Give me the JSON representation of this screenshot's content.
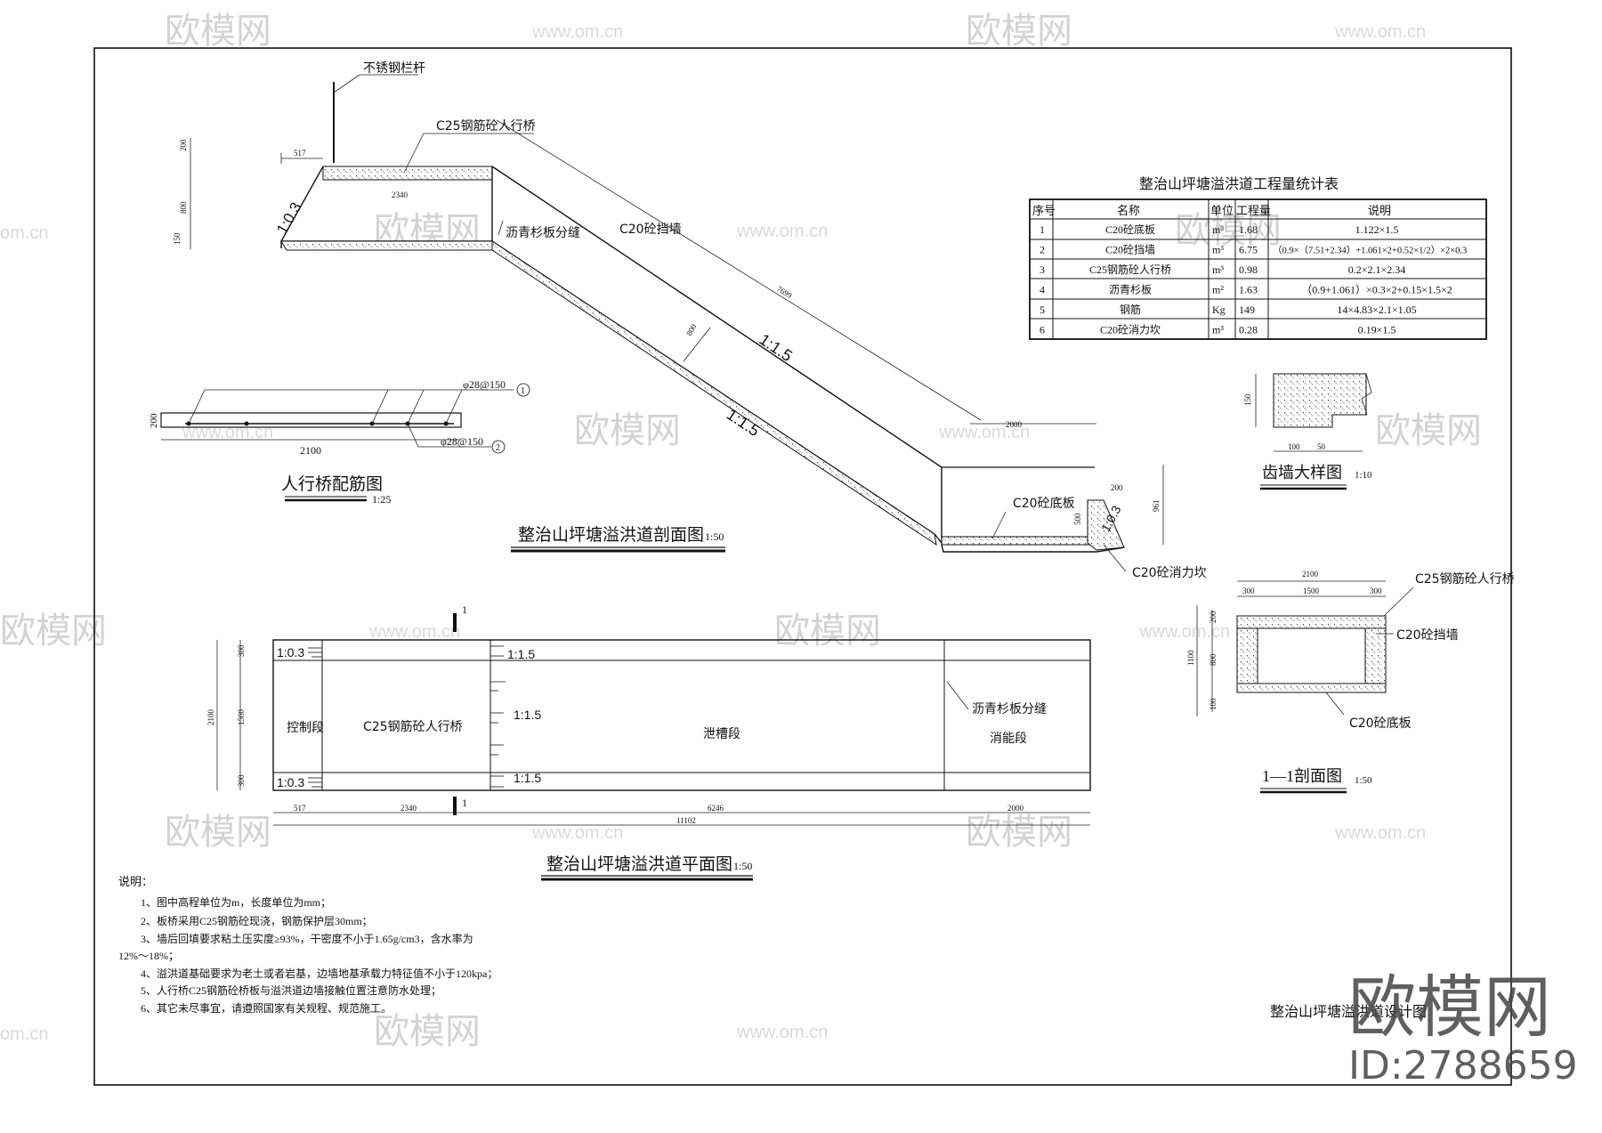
{
  "watermark": {
    "brand": "欧模网",
    "url": "www.om.cn",
    "url_short": "om.cn",
    "big_brand": "欧模网",
    "id_text": "ID:2788659"
  },
  "section": {
    "title": "整治山坪塘溢洪道剖面图",
    "scale": "1:50",
    "railing": "不锈钢栏杆",
    "bridge": "C25钢筋砼人行桥",
    "joint": "沥青杉板分缝",
    "wall": "C20砼挡墙",
    "floor": "C20砼底板",
    "basin": "C20砼消力坎",
    "dims": {
      "d517": "517",
      "d2340": "2340",
      "d200": "200",
      "d800": "800",
      "d150": "150",
      "d7699": "7699",
      "d800b": "800",
      "d2000": "2000",
      "d200b": "200",
      "d500": "500",
      "d961": "961"
    },
    "slope_bridge": "1:0.3",
    "slope_main": "1:1.5",
    "slope_inner": "1:1.5",
    "slope_basin": "1:0.3"
  },
  "rebar": {
    "title": "人行桥配筋图",
    "scale": "1:25",
    "bar1": "φ28@150",
    "bar2": "φ28@150",
    "n1": "1",
    "n2": "2",
    "len": "2100",
    "h": "200"
  },
  "table": {
    "title": "整治山坪塘溢洪道工程量统计表",
    "headers": [
      "序号",
      "名称",
      "单位",
      "工程量",
      "说明"
    ],
    "rows": [
      [
        "1",
        "C20砼底板",
        "m³",
        "1.68",
        "1.122×1.5"
      ],
      [
        "2",
        "C20砼挡墙",
        "m³",
        "6.75",
        "（0.9×（7.51+2.34）+1.061×2+0.52×1/2）×2×0.3"
      ],
      [
        "3",
        "C25钢筋砼人行桥",
        "m³",
        "0.98",
        "0.2×2.1×2.34"
      ],
      [
        "4",
        "沥青杉板",
        "m²",
        "1.63",
        "（0.9+1.061）×0.3×2+0.15×1.5×2"
      ],
      [
        "5",
        "钢筋",
        "Kg",
        "149",
        "14×4.83×2.1×1.05"
      ],
      [
        "6",
        "C20砼消力坎",
        "m³",
        "0.28",
        "0.19×1.5"
      ]
    ]
  },
  "tooth": {
    "title": "齿墙大样图",
    "scale": "1:10",
    "d150": "150",
    "d100": "100",
    "d50": "50"
  },
  "plan": {
    "title": "整治山坪塘溢洪道平面图",
    "scale": "1:50",
    "cut_no": "1",
    "s_control": "控制段",
    "s_bridge": "C25钢筋砼人行桥",
    "s_chute": "泄槽段",
    "s_joint": "沥青杉板分缝",
    "s_energy": "消能段",
    "slope_a": "1:0.3",
    "slope_b": "1:0.3",
    "slope_c": "1:1.5",
    "slope_d": "1:1.5",
    "slope_e": "1:1.5",
    "dims": {
      "d300a": "300",
      "d1500": "1500",
      "d300b": "300",
      "d2100": "2100",
      "d517": "517",
      "d2340": "2340",
      "d6246": "6246",
      "d2000": "2000",
      "d11102": "11102"
    }
  },
  "cut11": {
    "title": "1—1剖面图",
    "scale": "1:50",
    "bridge": "C25钢筋砼人行桥",
    "wall": "C20砼挡墙",
    "floor": "C20砼底板",
    "d2100": "2100",
    "d300a": "300",
    "d1500": "1500",
    "d300b": "300",
    "d200": "200",
    "d800": "800",
    "d100": "100",
    "d1100": "1100"
  },
  "notes": {
    "heading": "说明：",
    "lines": [
      "1、图中高程单位为m，长度单位为mm；",
      "2、板桥采用C25钢筋砼现浇，钢筋保护层30mm；",
      "3、墙后回填要求粘土压实度≥93%，干密度不小于1.65g/cm3，含水率为",
      "12%～18%；",
      "4、溢洪道基础要求为老土或者岩基，边墙地基承载力特征值不小于120kpa；",
      "5、人行桥C25钢筋砼桥板与溢洪道边墙接触位置注意防水处理；",
      "6、其它未尽事宜，请遵照国家有关规程、规范施工。"
    ]
  },
  "sheet_title": "整治山坪塘溢洪道设计图"
}
